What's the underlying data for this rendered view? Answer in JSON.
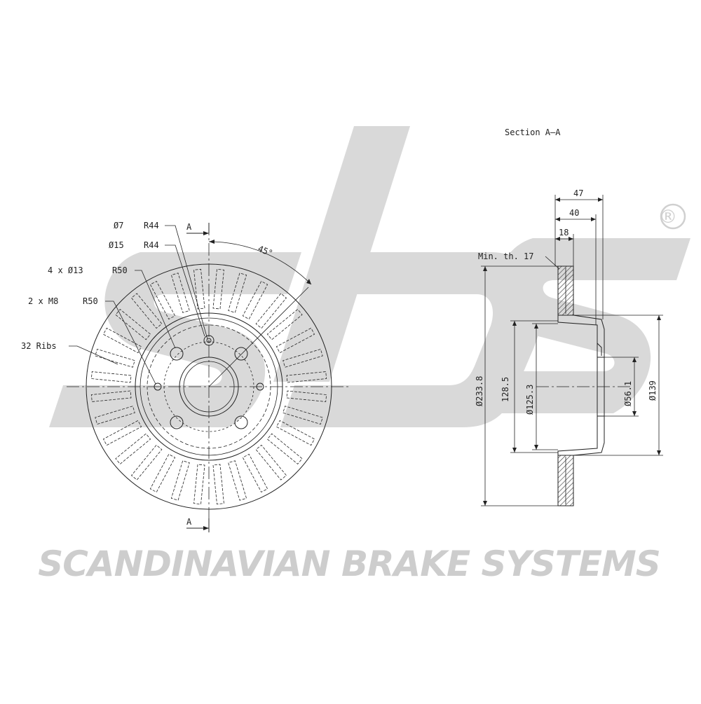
{
  "brand": {
    "name": "SCANDINAVIAN BRAKE SYSTEMS",
    "registered_mark": "®",
    "watermark_color": "#d9d9d9"
  },
  "front_view": {
    "labels": {
      "d7": "Ø7",
      "r44_a": "R44",
      "d15": "Ø15",
      "r44_b": "R44",
      "holes": "4 x Ø13",
      "r50_a": "R50",
      "m8": "2 x M8",
      "r50_b": "R50",
      "ribs": "32 Ribs",
      "angle": "45°",
      "section_top": "A",
      "section_bottom": "A"
    }
  },
  "section_view": {
    "title": "Section A–A",
    "min_thickness": "Min. th. 17",
    "dims": {
      "w47": "47",
      "w40": "40",
      "w18": "18",
      "d233": "Ø233.8",
      "d128": "128.5",
      "d125": "Ø125.3",
      "d56": "Ø56.1",
      "d139": "Ø139"
    }
  }
}
